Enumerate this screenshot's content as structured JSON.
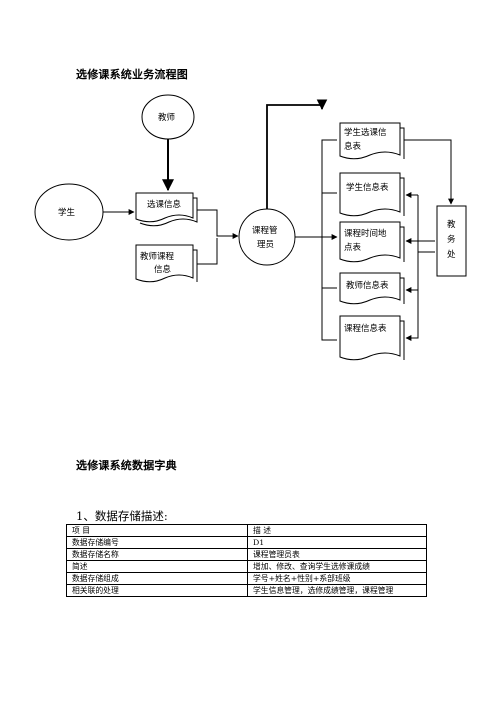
{
  "flow_title": "选修课系统业务流程图",
  "flowchart": {
    "teacher": "教师",
    "student": "学生",
    "course_select_info": "选课信息",
    "teacher_course_info": [
      "教师课程",
      "信息"
    ],
    "course_manager": [
      "课程管",
      "理员"
    ],
    "student_course_table": [
      "学生选课信",
      "息表"
    ],
    "student_info_table": "学生信息表",
    "course_time_place_table": [
      "课程时间地",
      "点表"
    ],
    "teacher_info_table": "教师信息表",
    "course_info_table": "课程信息表",
    "academic_office": [
      "教",
      "务",
      "处"
    ]
  },
  "dict_title": "选修课系统数据字典",
  "section_heading": "1、数据存储描述:",
  "table": {
    "header": [
      "项 目",
      "描 述"
    ],
    "rows": [
      [
        "数据存储编号",
        "D1"
      ],
      [
        "数据存储名称",
        "课程管理员表"
      ],
      [
        "简述",
        "增加、修改、查询学生选修课成绩"
      ],
      [
        "数据存储组成",
        "学号+姓名+性别+系部班级"
      ],
      [
        "相关联的处理",
        "学生信息管理，选修成绩管理，课程管理"
      ]
    ]
  }
}
